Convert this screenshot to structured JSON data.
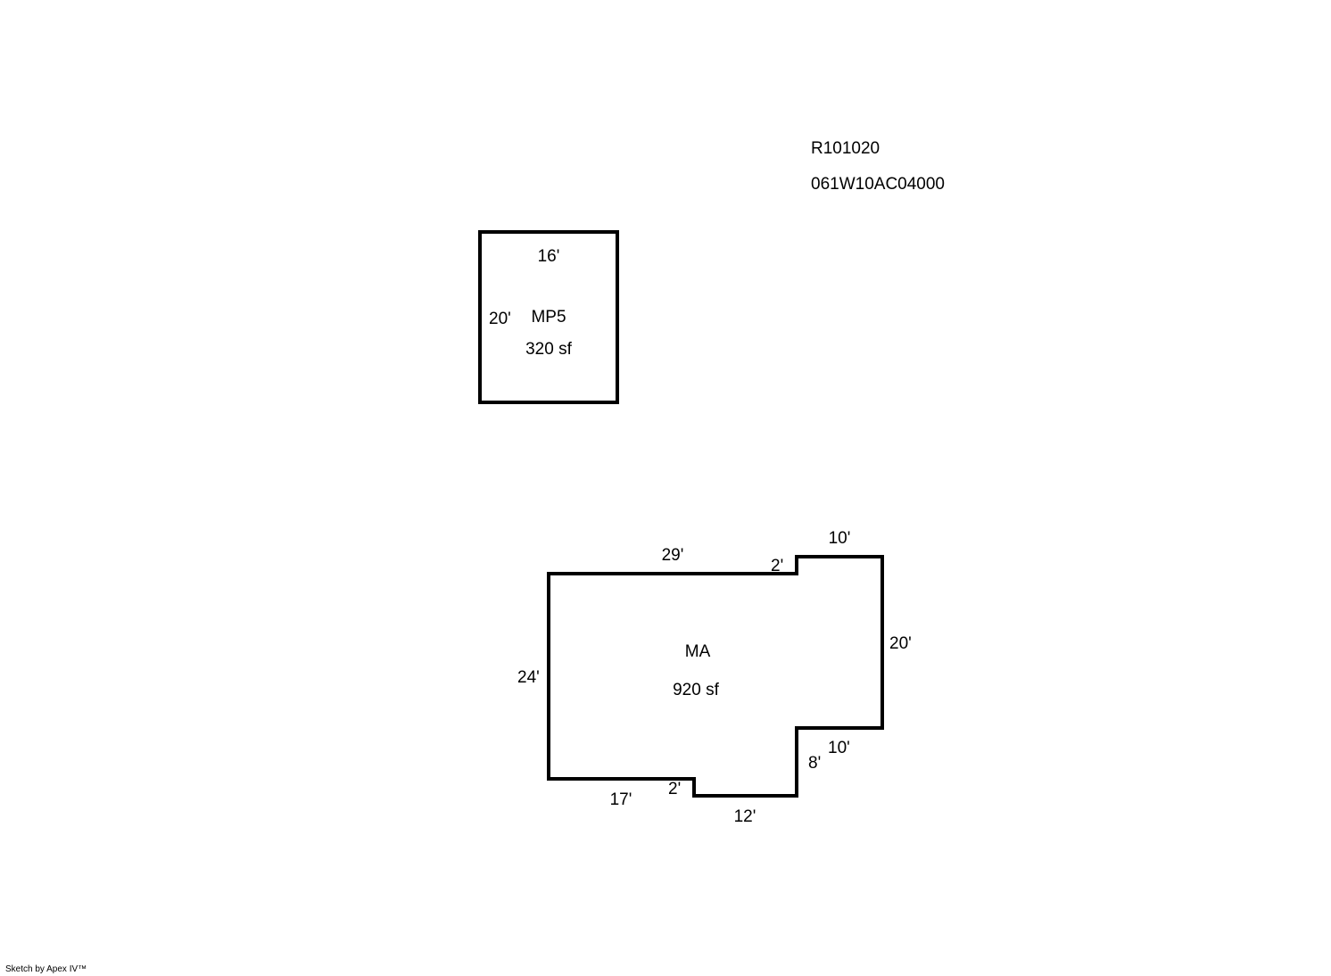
{
  "header": {
    "parcel_id": "R101020",
    "map_number": "061W10AC04000"
  },
  "areas": {
    "mp5": {
      "code": "MP5",
      "area": "320 sf",
      "top_dim": "16'",
      "side_dim": "20'"
    },
    "ma": {
      "code": "MA",
      "area": "920 sf",
      "dims": {
        "top": "29'",
        "step_top": "2'",
        "top_right": "10'",
        "right": "20'",
        "left": "24'",
        "inner_bottom_right": "10'",
        "inner_vertical": "8'",
        "bottom_left": "17'",
        "step_bottom": "2'",
        "bottom": "12'"
      }
    }
  },
  "footer": {
    "credit": "Sketch by Apex IV™"
  },
  "colors": {
    "line": "#000000",
    "background": "#ffffff",
    "text": "#000000"
  }
}
